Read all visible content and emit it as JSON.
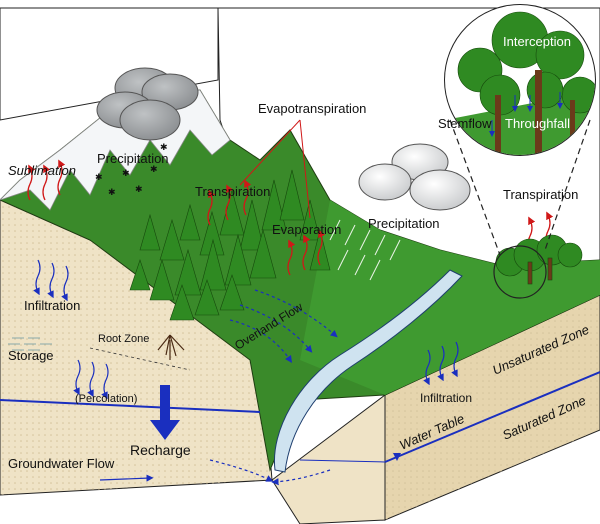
{
  "labels": {
    "sublimation": "Sublimation",
    "precipitation_left": "Precipitation",
    "evapotranspiration": "Evapotranspiration",
    "transpiration_left": "Transpiration",
    "evaporation": "Evaporation",
    "precipitation_right": "Precipitation",
    "interception": "Interception",
    "stemflow": "Stemflow",
    "throughfall": "Throughfall",
    "transpiration_right": "Transpiration",
    "infiltration_left": "Infiltration",
    "storage": "Storage",
    "root_zone": "Root Zone",
    "percolation": "(Percolation)",
    "overland_flow": "Overland Flow",
    "recharge": "Recharge",
    "groundwater_flow": "Groundwater Flow",
    "infiltration_right": "Infiltration",
    "unsaturated_zone": "Unsaturated Zone",
    "saturated_zone": "Saturated Zone",
    "water_table": "Water Table"
  },
  "colors": {
    "mountain_green": "#3a8a2a",
    "dark_green": "#1f5e14",
    "snow": "#f4f6f8",
    "soil": "#efe3c6",
    "soil_side": "#e6d5ae",
    "water": "#cfe3f0",
    "arrow_blue": "#1a2fbf",
    "arrow_red": "#d01818",
    "cloud": "#d6d8da"
  }
}
